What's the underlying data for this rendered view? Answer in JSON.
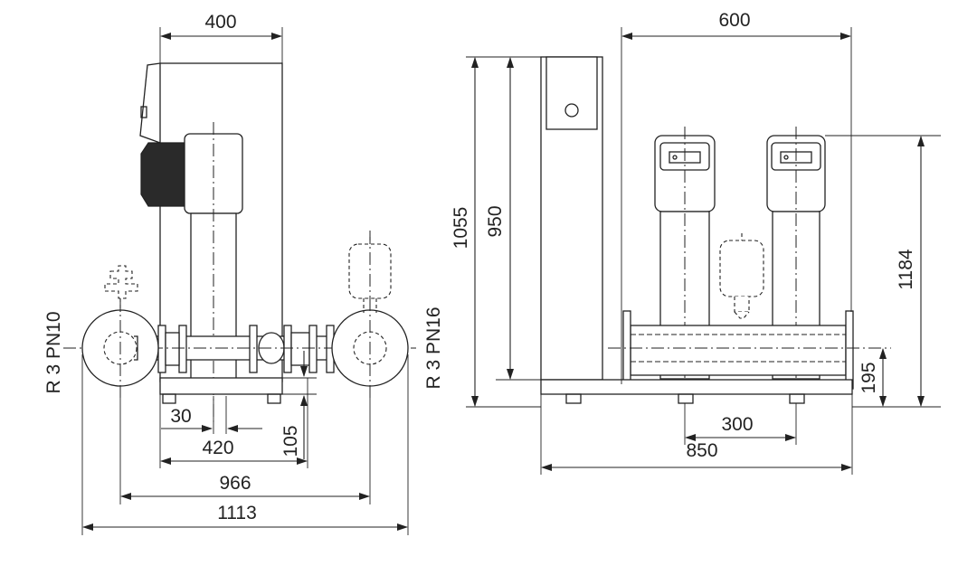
{
  "dimensions": {
    "d400": "400",
    "d600": "600",
    "d1055": "1055",
    "d950": "950",
    "d1184": "1184",
    "d195": "195",
    "d30": "30",
    "d420": "420",
    "d105": "105",
    "d966": "966",
    "d1113": "1113",
    "d300": "300",
    "d850": "850"
  },
  "connections": {
    "inlet": "R 3 PN10",
    "outlet": "R 3 PN16"
  }
}
